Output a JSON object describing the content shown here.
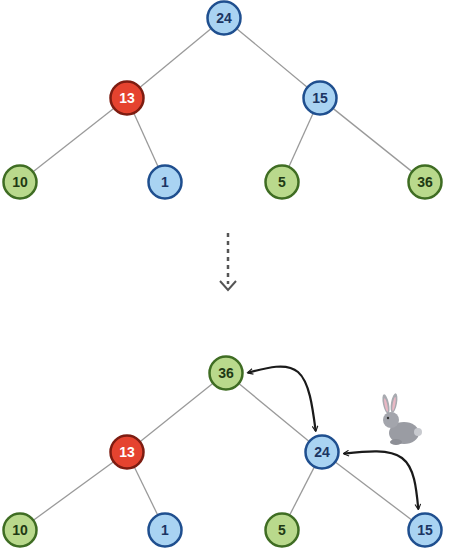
{
  "diagram": {
    "nodes": [
      {
        "text": [
          "24"
        ]
      },
      {
        "text": [
          "13"
        ]
      },
      {
        "text": [
          "15"
        ]
      },
      {
        "text": [
          "10"
        ]
      },
      {
        "text": [
          "1"
        ]
      },
      {
        "text": [
          "5"
        ]
      },
      {
        "text": [
          "36"
        ]
      },
      {
        "text": [
          "36"
        ]
      },
      {
        "text": [
          "13"
        ]
      },
      {
        "text": [
          "24"
        ]
      },
      {
        "text": [
          "10"
        ]
      },
      {
        "text": [
          "1"
        ]
      },
      {
        "text": [
          "5"
        ]
      },
      {
        "text": [
          "15"
        ]
      }
    ],
    "edges": [
      {
        "from": 0,
        "to": 1,
        "arrow": "none"
      },
      {
        "from": 0,
        "to": 2,
        "arrow": "none"
      },
      {
        "from": 1,
        "to": 3,
        "arrow": "none"
      },
      {
        "from": 1,
        "to": 4,
        "arrow": "none"
      },
      {
        "from": 2,
        "to": 5,
        "arrow": "none"
      },
      {
        "from": 2,
        "to": 6,
        "arrow": "none"
      },
      {
        "from": 7,
        "to": 8,
        "arrow": "none"
      },
      {
        "from": 7,
        "to": 9,
        "arrow": "none"
      },
      {
        "from": 8,
        "to": 10,
        "arrow": "none"
      },
      {
        "from": 8,
        "to": 11,
        "arrow": "none"
      },
      {
        "from": 9,
        "to": 12,
        "arrow": "none"
      },
      {
        "from": 9,
        "to": 13,
        "arrow": "none"
      },
      {
        "from": 7,
        "to": 9,
        "arrow": "both"
      },
      {
        "from": 9,
        "to": 13,
        "arrow": "both"
      }
    ]
  }
}
